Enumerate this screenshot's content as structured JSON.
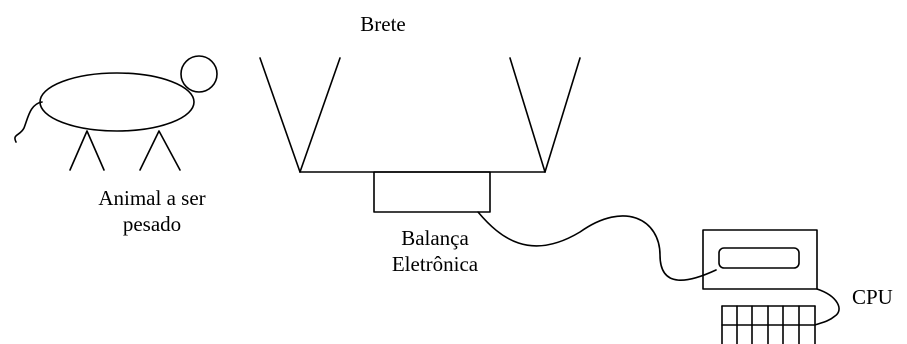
{
  "labels": {
    "chute": "Brete",
    "animal_line1": "Animal a ser",
    "animal_line2": "pesado",
    "scale_line1": "Balança",
    "scale_line2": "Eletrônica",
    "cpu": "CPU"
  },
  "colors": {
    "stroke": "#000000",
    "background": "#ffffff"
  }
}
